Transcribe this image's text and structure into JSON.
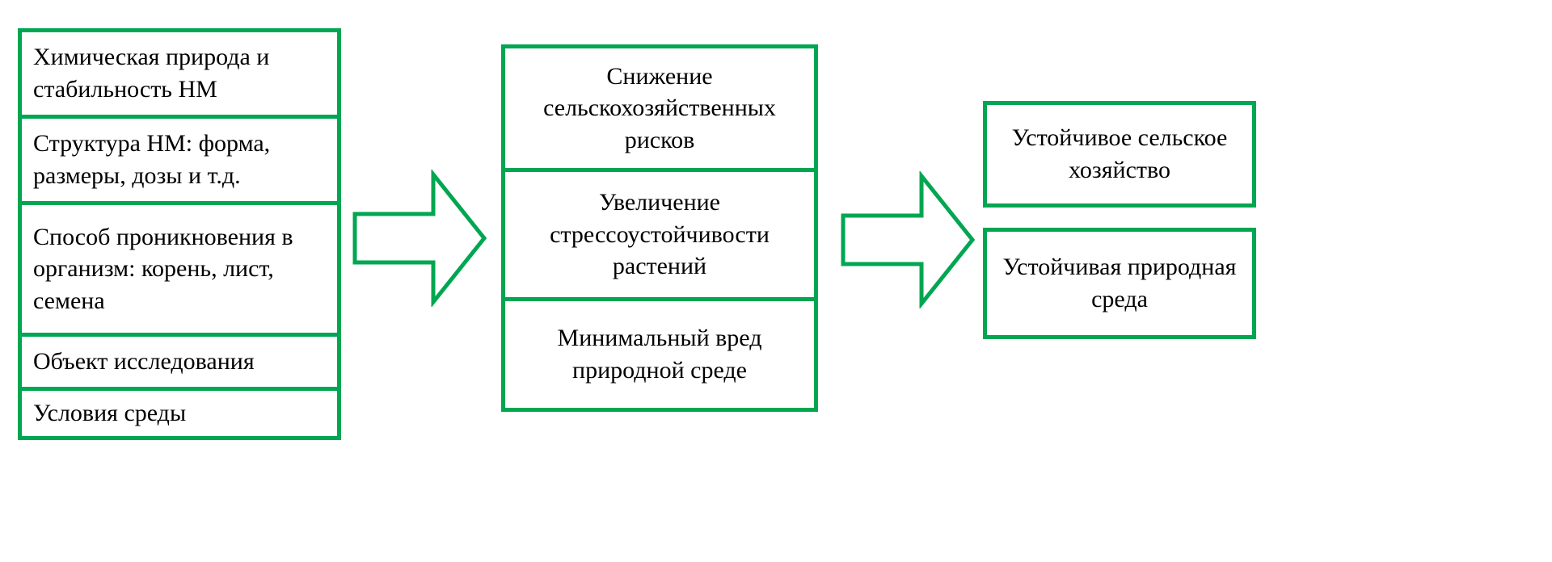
{
  "colors": {
    "border_green": "#00a651",
    "text": "#000000",
    "background": "#ffffff"
  },
  "diagram": {
    "left_column": {
      "items": [
        {
          "label": "Химическая природа и стабильность НМ"
        },
        {
          "label": "Структура НМ: форма, размеры, дозы и т.д."
        },
        {
          "label": "Способ проникновения в организм: корень, лист, семена"
        },
        {
          "label": "Объект исследования"
        },
        {
          "label": "Условия среды"
        }
      ]
    },
    "middle_column": {
      "items": [
        {
          "label": "Снижение сельскохозяйственных рисков"
        },
        {
          "label": "Увеличение стрессоустойчивости растений"
        },
        {
          "label": "Минимальный вред природной среде"
        }
      ]
    },
    "right_column": {
      "items": [
        {
          "label": "Устойчивое сельское хозяйство"
        },
        {
          "label": "Устойчивая природная среда"
        }
      ]
    }
  }
}
